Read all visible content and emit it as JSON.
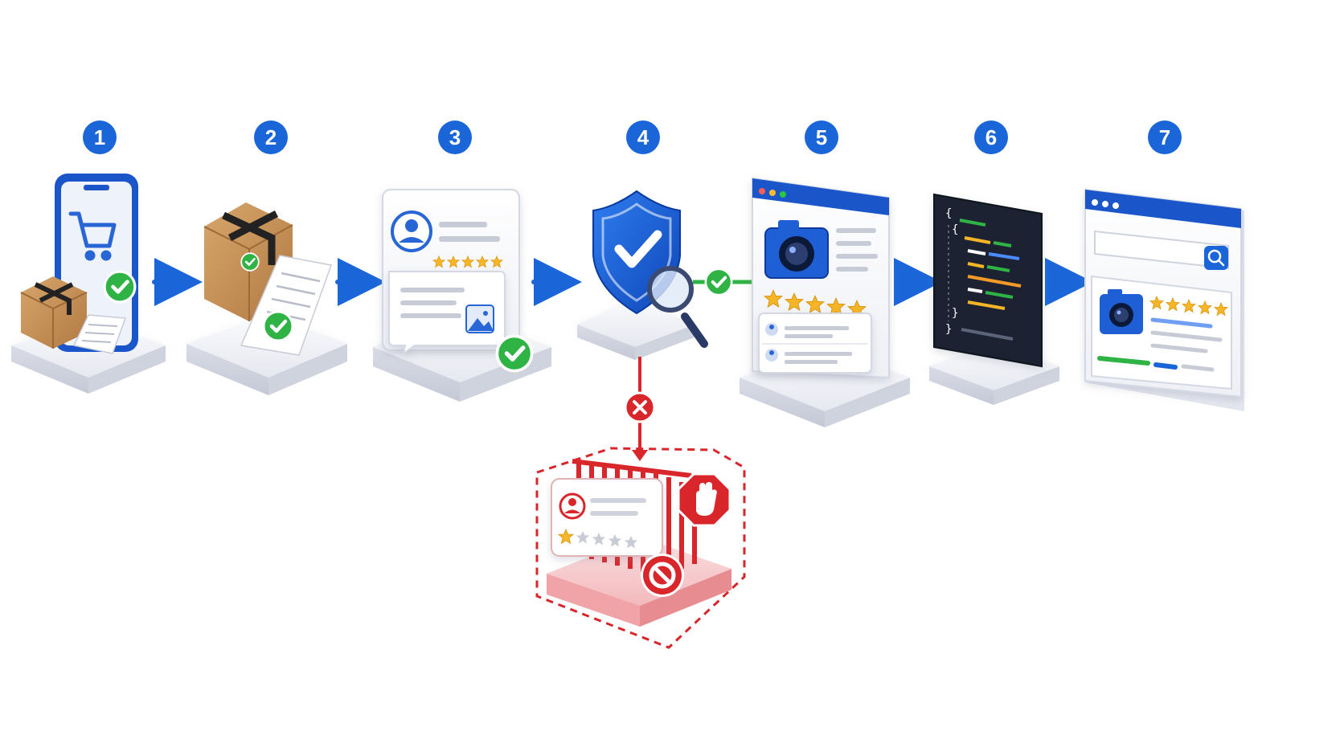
{
  "colors": {
    "accent_blue": "#1a66d9",
    "check_green": "#2fb344",
    "reject_red": "#d9262b",
    "star_gold": "#f5b526",
    "platform": "#eceef5",
    "cardboard": "#c9955a"
  },
  "steps": [
    {
      "number": "1",
      "icon": "phone-cart-order-icon"
    },
    {
      "number": "2",
      "icon": "package-receipt-icon"
    },
    {
      "number": "3",
      "icon": "review-form-icon"
    },
    {
      "number": "4",
      "icon": "shield-verify-icon"
    },
    {
      "number": "5",
      "icon": "product-page-review-icon"
    },
    {
      "number": "6",
      "icon": "code-editor-icon"
    },
    {
      "number": "7",
      "icon": "search-result-rich-snippet-icon"
    }
  ],
  "rejection": {
    "decision_icon": "x-circle-icon",
    "outcome_icon": "blocked-review-quarantine-icon",
    "stop_icon": "stop-hand-icon",
    "ban_icon": "no-entry-icon"
  }
}
